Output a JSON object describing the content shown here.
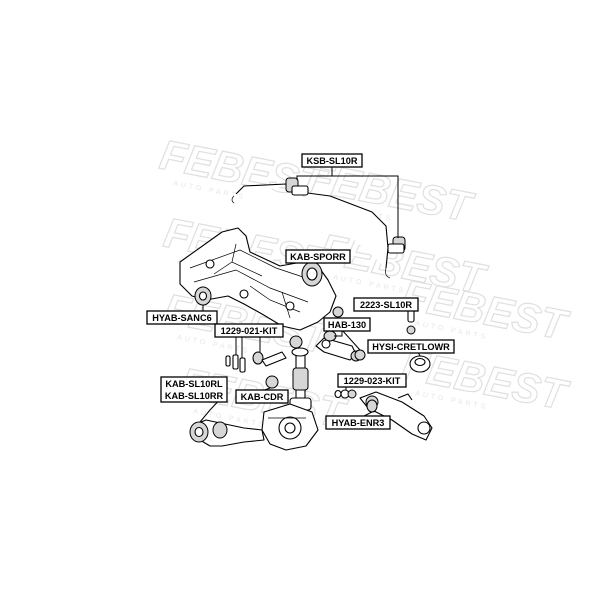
{
  "watermark": {
    "brand": "FEBEST",
    "tagline": "AUTO PARTS"
  },
  "labels": {
    "ksb_sl10r": "KSB-SL10R",
    "kab_sporr": "KAB-SPORR",
    "hyab_sanc6": "HYAB-SANC6",
    "n2223_sl10r": "2223-SL10R",
    "hab_130": "HAB-130",
    "n1229_021_kit": "1229-021-KIT",
    "hysi_cretlowr": "HYSI-CRETLOWR",
    "kab_sl10rl": "KAB-SL10RL",
    "kab_sl10rr": "KAB-SL10RR",
    "kab_cdr": "KAB-CDR",
    "n1229_023_kit": "1229-023-KIT",
    "hyab_enr3": "HYAB-ENR3"
  },
  "colors": {
    "ink": "#000000",
    "watermark": "#e6e6e6",
    "part_shade": "#d6d6d6"
  }
}
